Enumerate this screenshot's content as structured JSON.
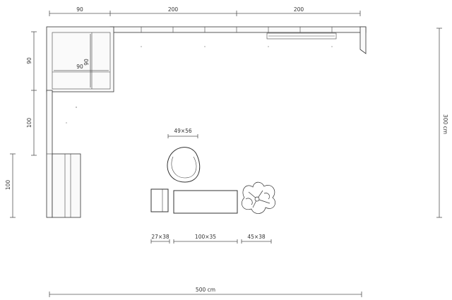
{
  "plan": {
    "dimensions": {
      "top_segment_1": "90",
      "top_segment_2": "200",
      "top_segment_3": "200",
      "left_segment_1": "90",
      "left_segment_2": "100",
      "left_segment_3": "100",
      "right_height": "300 cm",
      "bottom_width": "500 cm",
      "corner_inner_width": "90",
      "corner_inner_height": "90"
    },
    "furniture": {
      "chair_label": "49×56",
      "side_table_label": "27×38",
      "coffee_table_label": "100×35",
      "plant_label": "45×38"
    },
    "colors": {
      "line": "#333333",
      "dimension": "#555555",
      "background": "#ffffff"
    }
  }
}
